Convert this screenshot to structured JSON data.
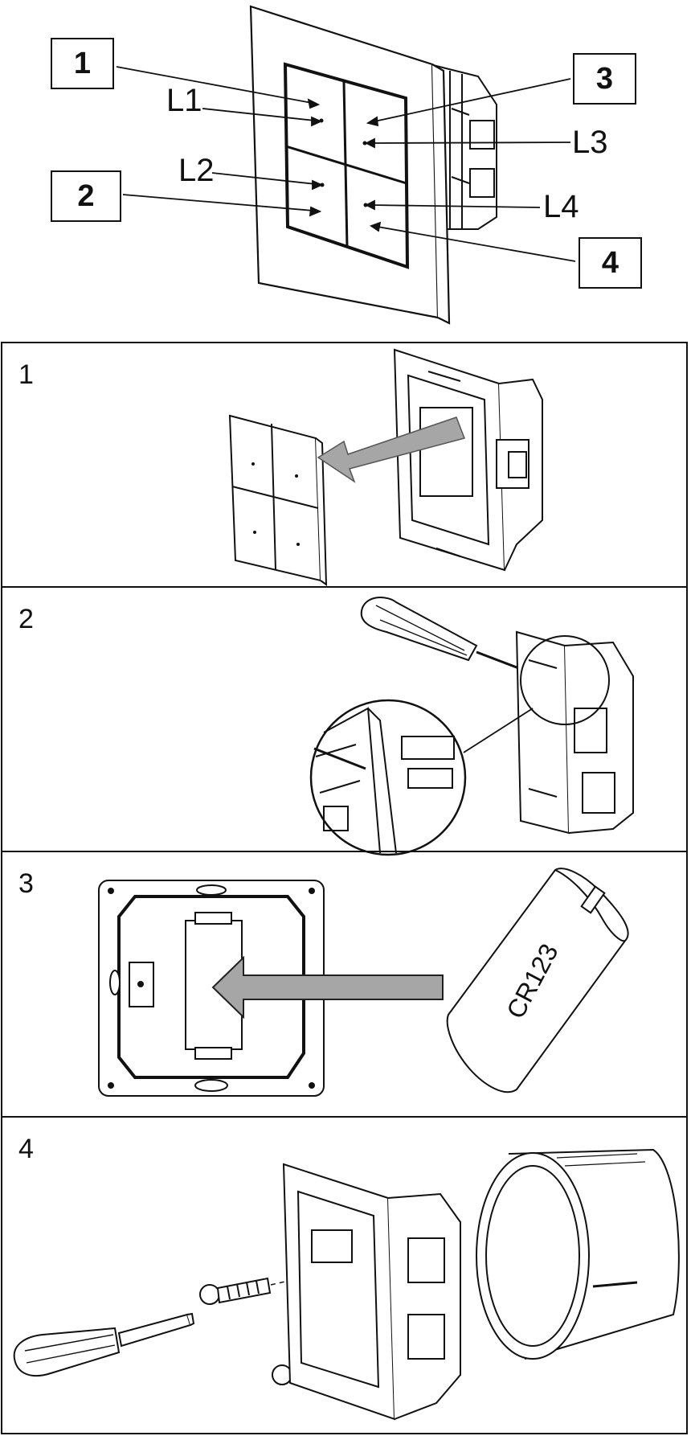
{
  "top": {
    "callouts": [
      "1",
      "2",
      "3",
      "4"
    ],
    "leds": [
      "L1",
      "L2",
      "L3",
      "L4"
    ]
  },
  "steps": [
    {
      "number": "1"
    },
    {
      "number": "2"
    },
    {
      "number": "3",
      "battery_label": "CR123"
    },
    {
      "number": "4"
    }
  ],
  "colors": {
    "line": "#111111",
    "arrow_fill": "#a6a6a6",
    "background": "#ffffff"
  }
}
